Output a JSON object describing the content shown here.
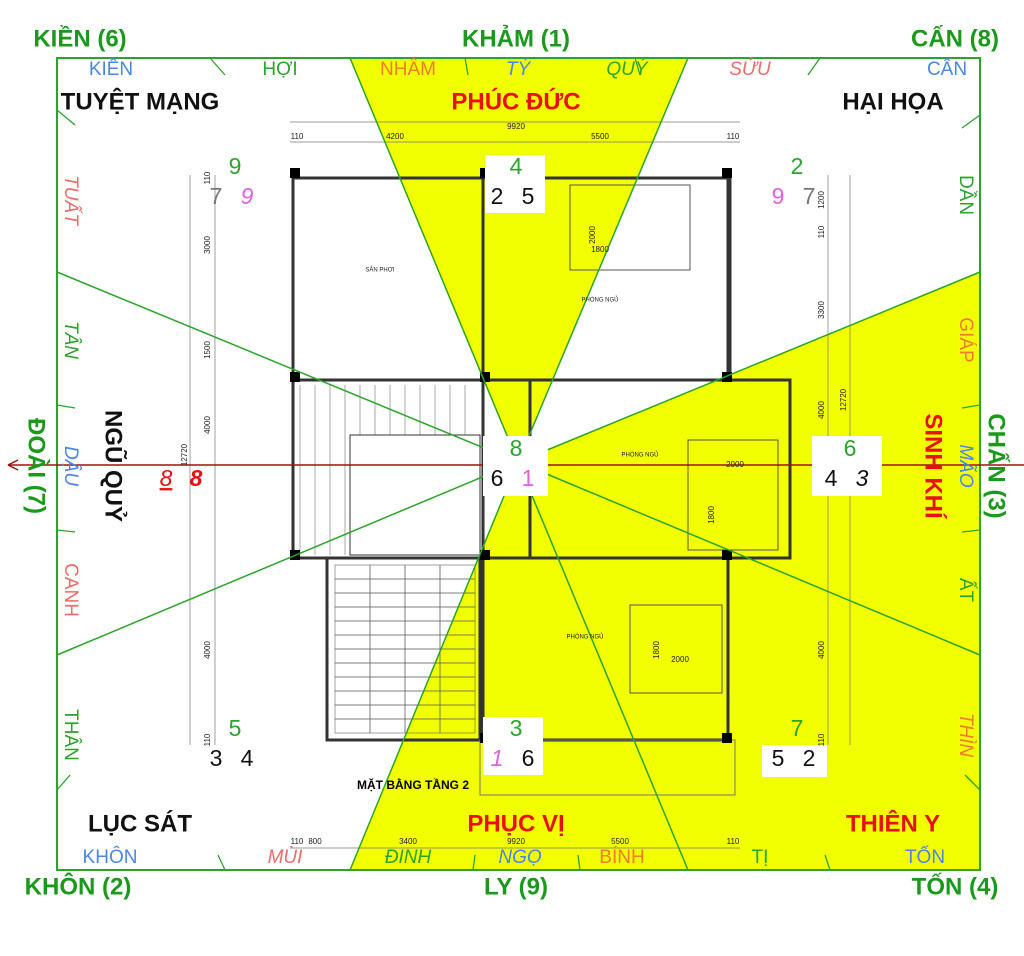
{
  "colors": {
    "frame": "#2aa52a",
    "favorable_fill": "#f2ff00",
    "axis_line": "#a01010",
    "good_palace": "#e81010",
    "bad_palace": "#111111"
  },
  "trigrams": [
    "KIỀN (6)",
    "KHẢM (1)",
    "CẤN (8)",
    "ĐOÀI (7)",
    "CHẤN (3)",
    "KHÔN (2)",
    "LY (9)",
    "TỐN (4)"
  ],
  "mountains": {
    "top": [
      "KIỀN",
      "HỢI",
      "NHÂM",
      "TÝ",
      "QUÝ",
      "SỬU",
      "CẤN"
    ],
    "right": [
      "DẦN",
      "GIÁP",
      "MÃO",
      "ẤT",
      "THÌN"
    ],
    "bottom": [
      "KHÔN",
      "MÙI",
      "ĐINH",
      "NGỌ",
      "BÍNH",
      "TỊ",
      "TỐN"
    ],
    "left": [
      "TUẤT",
      "TÂN",
      "DẬU",
      "CANH",
      "THÂN"
    ]
  },
  "palaces": [
    "TUYỆT MẠNG",
    "PHÚC ĐỨC",
    "HẠI HỌA",
    "NGŨ QUỶ",
    "SINH KHÍ",
    "LỤC SÁT",
    "PHỤC VỊ",
    "THIÊN Y"
  ],
  "stars": {
    "northwest": [
      "9",
      "7",
      "9"
    ],
    "north": [
      "4",
      "2",
      "5"
    ],
    "northeast": [
      "2",
      "9",
      "7"
    ],
    "west": [
      "8",
      "8"
    ],
    "center": [
      "8",
      "6",
      "1"
    ],
    "east": [
      "6",
      "4",
      "3"
    ],
    "southwest": [
      "5",
      "3",
      "4"
    ],
    "south": [
      "3",
      "1",
      "6"
    ],
    "southeast": [
      "7",
      "5",
      "2"
    ]
  },
  "plan": {
    "title": "MẶT BẰNG TẦNG 2",
    "rooms": [
      "SÂN PHƠI",
      "PHÒNG NGỦ",
      "PHÒNG NGỦ",
      "PHÒNG NGỦ"
    ],
    "dimensions": [
      "110",
      "4200",
      "5500",
      "110",
      "9920",
      "3000",
      "1500",
      "4000",
      "4000",
      "110",
      "110",
      "1200",
      "110",
      "3300",
      "4000",
      "4000",
      "110",
      "12720",
      "12720",
      "2000",
      "1800",
      "2000",
      "1800",
      "1800",
      "2000",
      "110",
      "800",
      "3400",
      "5500",
      "110",
      "9920"
    ]
  }
}
